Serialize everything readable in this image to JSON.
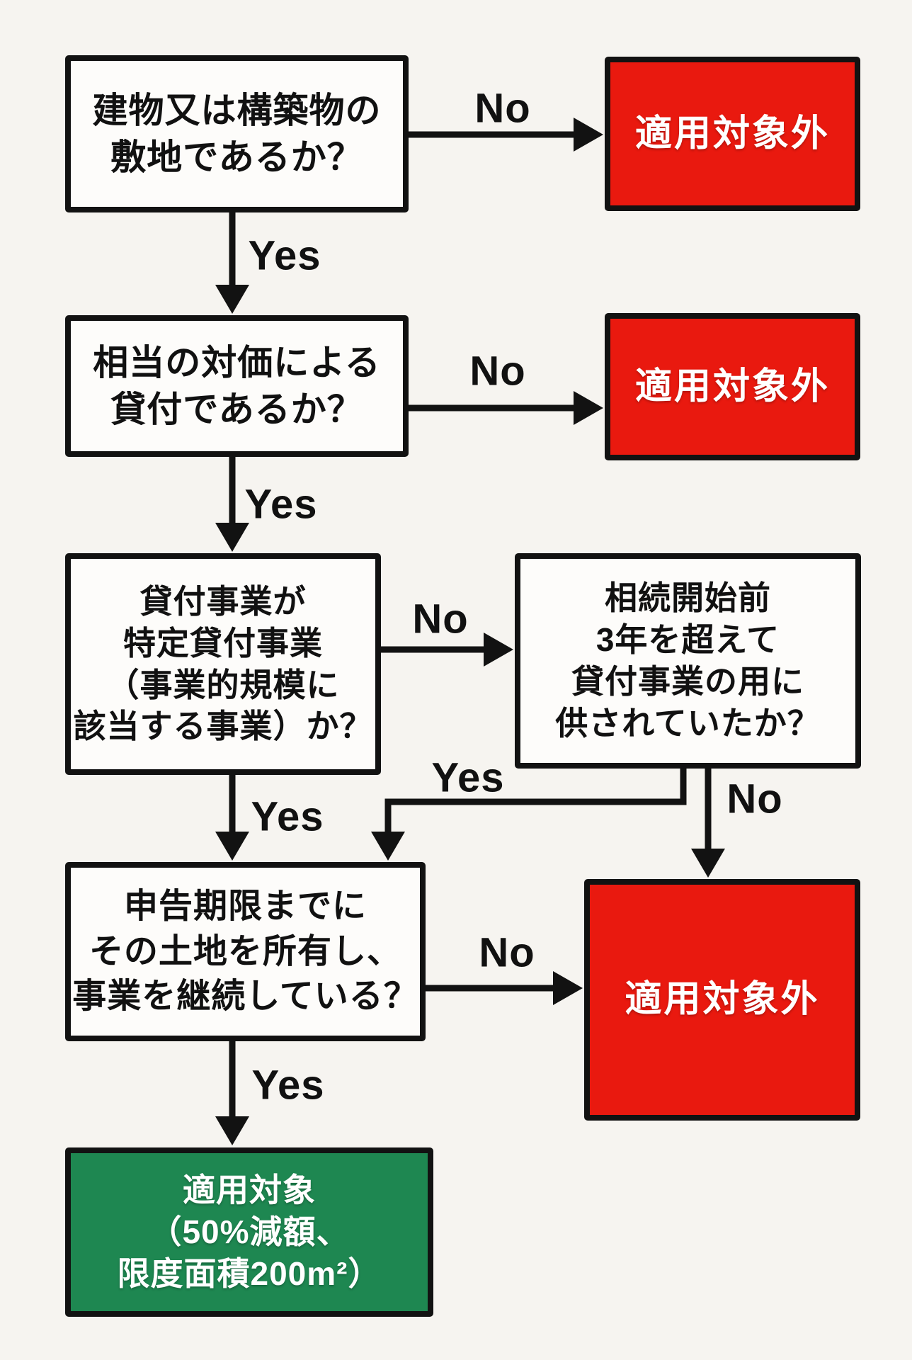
{
  "flowchart": {
    "nodes": {
      "q1": {
        "lines": [
          "建物又は構築物の",
          "敷地であるか？"
        ]
      },
      "q2": {
        "lines": [
          "相当の対価による",
          "貸付であるか？"
        ]
      },
      "q3": {
        "lines": [
          "貸付事業が",
          "特定貸付事業",
          "（事業的規模に",
          "該当する事業）か？"
        ]
      },
      "q3b": {
        "lines": [
          "相続開始前",
          "3年を超えて",
          "貸付事業の用に",
          "供されていたか？"
        ]
      },
      "q4": {
        "lines": [
          "申告期限までに",
          "その土地を所有し、",
          "事業を継続している？"
        ]
      },
      "excluded1": {
        "label": "適用対象外"
      },
      "excluded2": {
        "label": "適用対象外"
      },
      "excluded3": {
        "label": "適用対象外"
      },
      "result": {
        "lines": [
          "適用対象",
          "（50%減額、",
          "限度面積200m²）"
        ]
      }
    },
    "edge_labels": {
      "q1_no": "No",
      "q1_yes": "Yes",
      "q2_no": "No",
      "q2_yes": "Yes",
      "q3_no": "No",
      "q3_yes": "Yes",
      "q3b_yes": "Yes",
      "q3b_no": "No",
      "q4_no": "No",
      "q4_yes": "Yes"
    },
    "colors": {
      "background": "#f6f4f0",
      "border": "#121212",
      "excluded_bg": "#e9190f",
      "result_bg": "#1e8751",
      "text_dark": "#111111",
      "text_light": "#ffffff"
    }
  }
}
